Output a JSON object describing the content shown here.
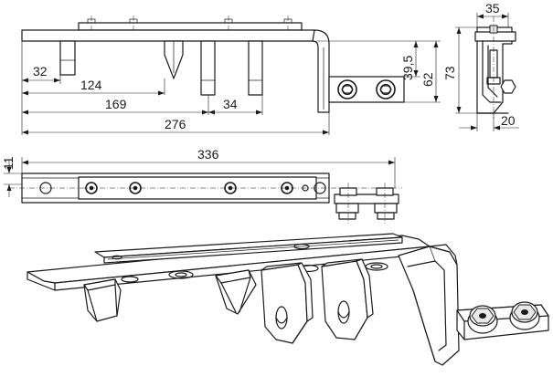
{
  "dimensions": {
    "d32": "32",
    "d124": "124",
    "d169": "169",
    "d34": "34",
    "d276": "276",
    "d39_5": "39,5",
    "d62": "62",
    "d73": "73",
    "d35": "35",
    "d20": "20",
    "d336": "336",
    "d11": "11"
  }
}
